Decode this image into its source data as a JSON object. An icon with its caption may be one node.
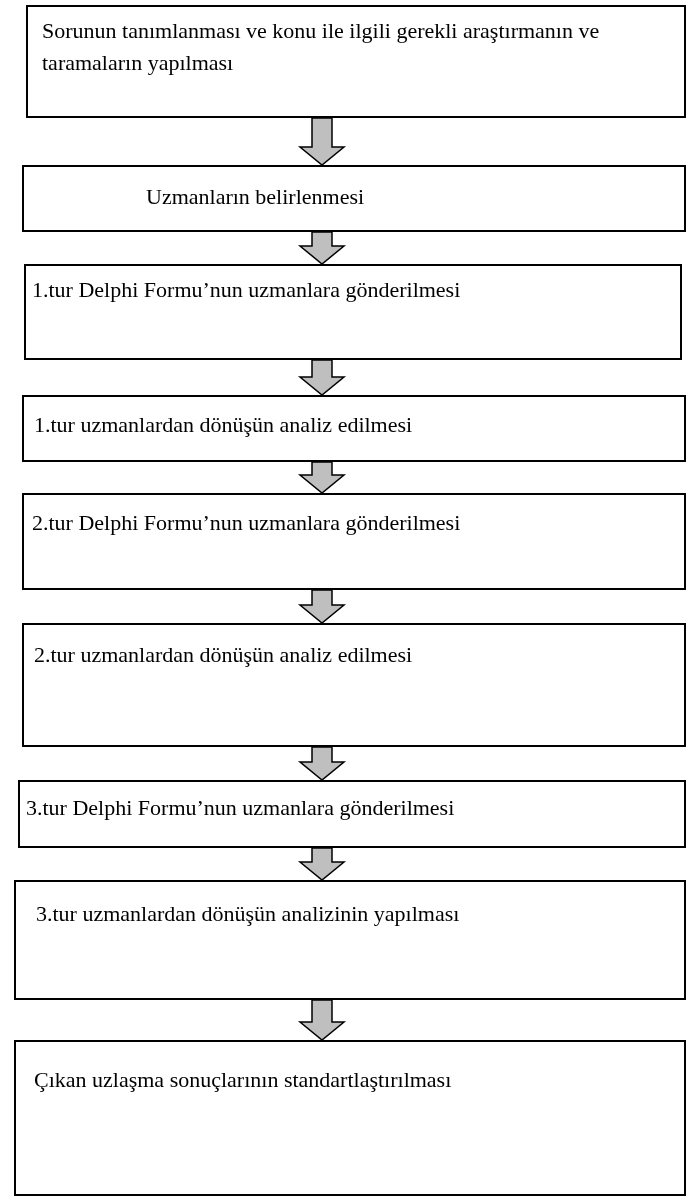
{
  "diagram": {
    "nodes": [
      {
        "text": [
          "Sorunun tanımlanması ve konu ile ilgili gerekli araştırmanın ve taramaların yapılması"
        ]
      },
      {
        "text": [
          "Uzmanların belirlenmesi"
        ]
      },
      {
        "text": [
          "1.tur Delphi Formu’nun uzmanlara gönderilmesi"
        ]
      },
      {
        "text": [
          "1.tur uzmanlardan dönüşün analiz edilmesi"
        ]
      },
      {
        "text": [
          "2.tur Delphi Formu’nun uzmanlara gönderilmesi"
        ]
      },
      {
        "text": [
          "2.tur uzmanlardan dönüşün analiz edilmesi"
        ]
      },
      {
        "text": [
          "3.tur Delphi Formu’nun uzmanlara gönderilmesi"
        ]
      },
      {
        "text": [
          "3.tur uzmanlardan dönüşün analizinin yapılması"
        ]
      },
      {
        "text": [
          "Çıkan uzlaşma sonuçlarının standartlaştırılması"
        ]
      }
    ],
    "edges": [
      {
        "from": 0,
        "to": 1,
        "arrow": "to"
      },
      {
        "from": 1,
        "to": 2,
        "arrow": "to"
      },
      {
        "from": 2,
        "to": 3,
        "arrow": "to"
      },
      {
        "from": 3,
        "to": 4,
        "arrow": "to"
      },
      {
        "from": 4,
        "to": 5,
        "arrow": "to"
      },
      {
        "from": 5,
        "to": 6,
        "arrow": "to"
      },
      {
        "from": 6,
        "to": 7,
        "arrow": "to"
      },
      {
        "from": 7,
        "to": 8,
        "arrow": "to"
      }
    ]
  }
}
